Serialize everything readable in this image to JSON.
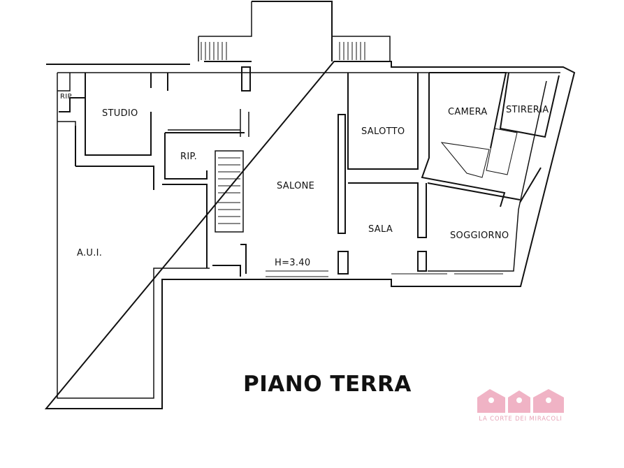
{
  "rooms": {
    "rip_small": "RIP.",
    "studio": "STUDIO",
    "rip": "RIP.",
    "salone": "SALONE",
    "salotto": "SALOTTO",
    "camera": "CAMERA",
    "stireria": "STIRERIA",
    "sala": "SALA",
    "soggiorno": "SOGGIORNO",
    "aui": "A.U.I.",
    "height": "H=3.40"
  },
  "title": "PIANO TERRA",
  "logo": {
    "text": "LA CORTE DEI MIRACOLI",
    "color": "#f0b3c5"
  }
}
